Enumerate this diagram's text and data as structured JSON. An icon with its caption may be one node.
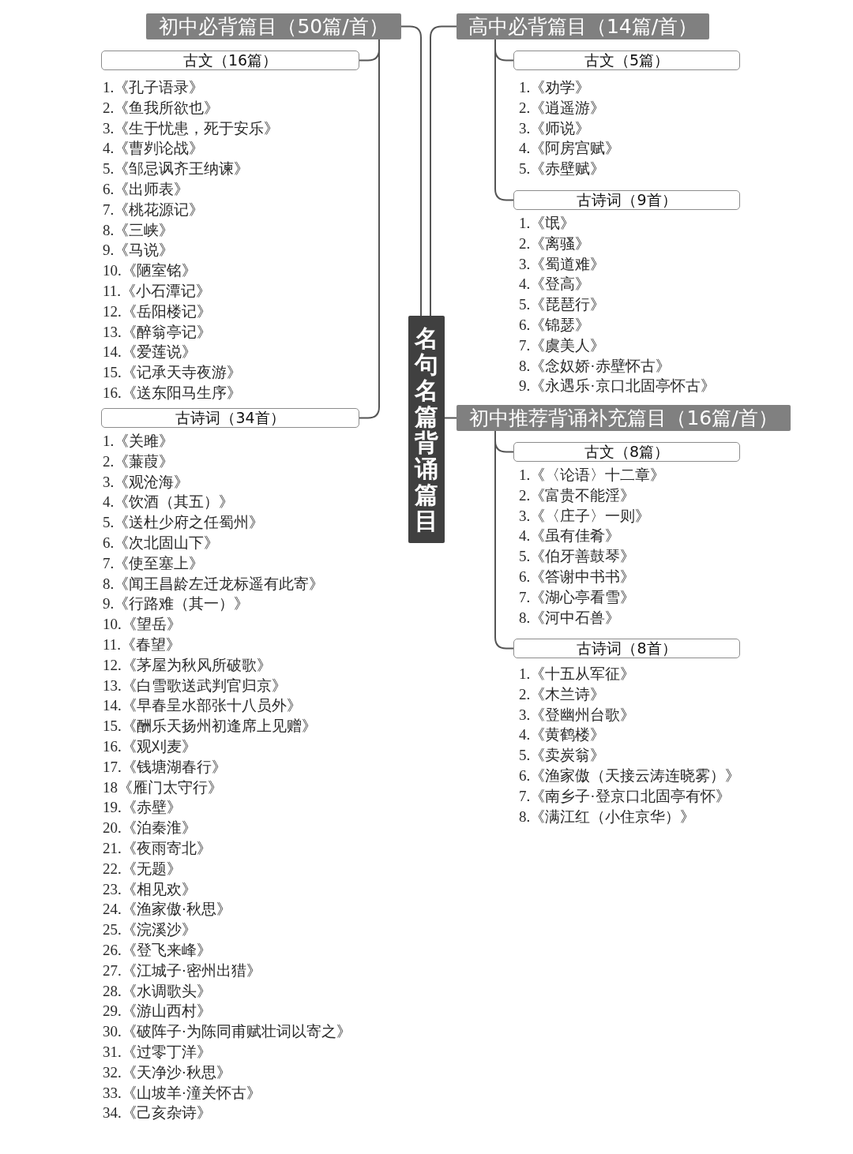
{
  "diagram": {
    "nodes": [
      {
        "text": [
          "名句名篇背诵篇目"
        ]
      },
      {
        "text": [
          "初中必背篇目（50篇/首）"
        ]
      },
      {
        "text": [
          "古文（16篇）"
        ],
        "beside": [
          "1.《孔子语录》",
          "2.《鱼我所欲也》",
          "3.《生于忧患，死于安乐》",
          "4.《曹刿论战》",
          "5.《邹忌讽齐王纳谏》",
          "6.《出师表》",
          "7.《桃花源记》",
          "8.《三峡》",
          "9.《马说》",
          "10.《陋室铭》",
          "11.《小石潭记》",
          "12.《岳阳楼记》",
          "13.《醉翁亭记》",
          "14.《爱莲说》",
          "15.《记承天寺夜游》",
          "16.《送东阳马生序》"
        ]
      },
      {
        "text": [
          "古诗词（34首）"
        ],
        "beside": [
          "1.《关雎》",
          "2.《蒹葭》",
          "3.《观沧海》",
          "4.《饮酒（其五）》",
          "5.《送杜少府之任蜀州》",
          "6.《次北固山下》",
          "7.《使至塞上》",
          "8.《闻王昌龄左迁龙标遥有此寄》",
          "9.《行路难（其一）》",
          "10.《望岳》",
          "11.《春望》",
          "12.《茅屋为秋风所破歌》",
          "13.《白雪歌送武判官归京》",
          "14.《早春呈水部张十八员外》",
          "15.《酬乐天扬州初逢席上见赠》",
          "16.《观刈麦》",
          "17.《钱塘湖春行》",
          "18《雁门太守行》",
          "19.《赤壁》",
          "20.《泊秦淮》",
          "21.《夜雨寄北》",
          "22.《无题》",
          "23.《相见欢》",
          "24.《渔家傲·秋思》",
          "25.《浣溪沙》",
          "26.《登飞来峰》",
          "27.《江城子·密州出猎》",
          "28.《水调歌头》",
          "29.《游山西村》",
          "30.《破阵子·为陈同甫赋壮词以寄之》",
          "31.《过零丁洋》",
          "32.《天净沙·秋思》",
          "33.《山坡羊·潼关怀古》",
          "34.《己亥杂诗》"
        ]
      },
      {
        "text": [
          "高中必背篇目（14篇/首）"
        ]
      },
      {
        "text": [
          "古文（5篇）"
        ],
        "beside": [
          "1.《劝学》",
          "2.《逍遥游》",
          "3.《师说》",
          "4.《阿房宫赋》",
          "5.《赤壁赋》"
        ]
      },
      {
        "text": [
          "古诗词（9首）"
        ],
        "beside": [
          "1.《氓》",
          "2.《离骚》",
          "3.《蜀道难》",
          "4.《登高》",
          "5.《琵琶行》",
          "6.《锦瑟》",
          "7.《虞美人》",
          "8.《念奴娇·赤壁怀古》",
          "9.《永遇乐·京口北固亭怀古》"
        ]
      },
      {
        "text": [
          "初中推荐背诵补充篇目（16篇/首）"
        ]
      },
      {
        "text": [
          "古文（8篇）"
        ],
        "beside": [
          "1.《〈论语〉十二章》",
          "2.《富贵不能淫》",
          "3.《〈庄子〉一则》",
          "4.《虽有佳肴》",
          "5.《伯牙善鼓琴》",
          "6.《答谢中书书》",
          "7.《湖心亭看雪》",
          "8.《河中石兽》"
        ]
      },
      {
        "text": [
          "古诗词（8首）"
        ],
        "beside": [
          "1.《十五从军征》",
          "2.《木兰诗》",
          "3.《登幽州台歌》",
          "4.《黄鹤楼》",
          "5.《卖炭翁》",
          "6.《渔家傲（天接云涛连晓雾）》",
          "7.《南乡子·登京口北固亭有怀》",
          "8.《满江红（小住京华）》"
        ]
      }
    ],
    "edges": [
      {
        "from": 0,
        "to": 1,
        "arrow": "none"
      },
      {
        "from": 0,
        "to": 4,
        "arrow": "none"
      },
      {
        "from": 0,
        "to": 7,
        "arrow": "none"
      },
      {
        "from": 1,
        "to": 2,
        "arrow": "none"
      },
      {
        "from": 1,
        "to": 3,
        "arrow": "none"
      },
      {
        "from": 4,
        "to": 5,
        "arrow": "none"
      },
      {
        "from": 4,
        "to": 6,
        "arrow": "none"
      },
      {
        "from": 7,
        "to": 8,
        "arrow": "none"
      },
      {
        "from": 7,
        "to": 9,
        "arrow": "none"
      }
    ]
  }
}
